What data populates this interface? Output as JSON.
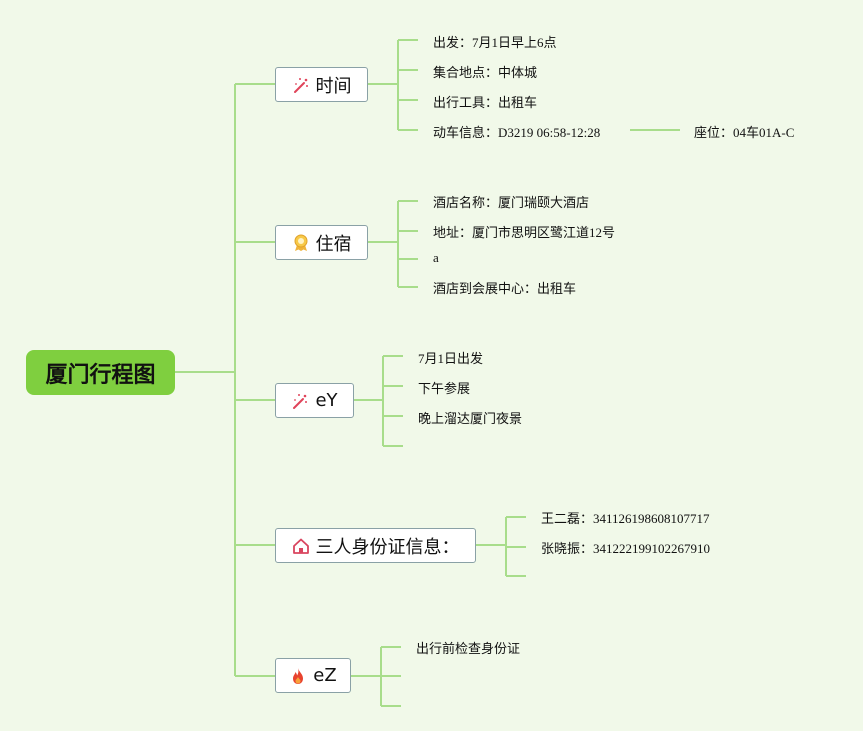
{
  "root": {
    "label": "厦门行程图"
  },
  "branches": [
    {
      "label": "时间",
      "icon": "magic-wand-icon",
      "items": [
        "出发：7月1日早上6点",
        "集合地点：中体城",
        "出行工具：出租车",
        "动车信息：D3219 06:58-12:28"
      ],
      "sub": "座位：04车01A-C"
    },
    {
      "label": "住宿",
      "icon": "award-ribbon-icon",
      "items": [
        "酒店名称：厦门瑞颐大酒店",
        "地址：厦门市思明区鹭江道12号",
        "a",
        "酒店到会展中心：出租车"
      ]
    },
    {
      "label": "eY",
      "icon": "magic-wand-icon",
      "items": [
        "7月1日出发",
        "下午参展",
        "晚上溜达厦门夜景",
        ""
      ]
    },
    {
      "label": "三人身份证信息：",
      "icon": "house-icon",
      "items": [
        "王二磊：341126198608107717",
        "张晓振：341222199102267910",
        ""
      ]
    },
    {
      "label": "eZ",
      "icon": "fire-icon",
      "items": [
        "出行前检查身份证",
        "",
        ""
      ]
    }
  ],
  "colors": {
    "line": "#a8dd8b",
    "root": "#7fcf3f",
    "background": "#f1f9e9",
    "node_border": "#8aa1a6"
  }
}
